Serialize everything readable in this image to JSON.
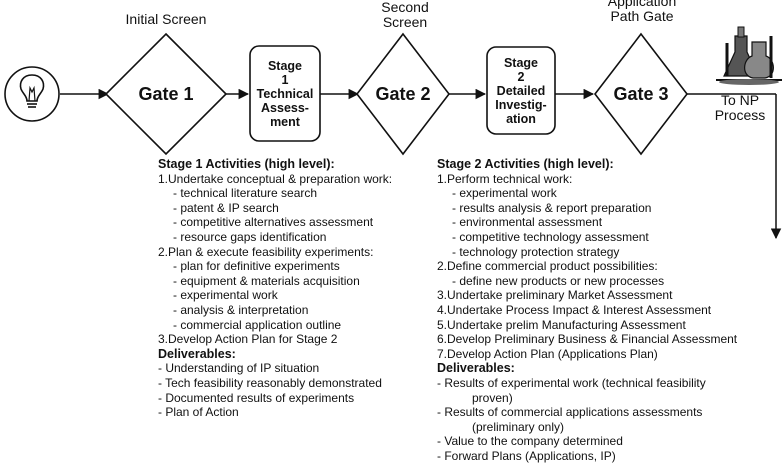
{
  "labels": {
    "initial_screen": "Initial Screen",
    "second_screen": "Second Screen",
    "application_path_gate": "Application Path Gate",
    "to_np_process": "To NP Process"
  },
  "gates": [
    "Gate 1",
    "Gate 2",
    "Gate 3"
  ],
  "stages": [
    {
      "label": "Stage 1 Technical Assess- ment"
    },
    {
      "label": "Stage 2 Detailed Investig- ation"
    }
  ],
  "icons": {
    "start": "lightbulb-icon",
    "end": "lab-flasks-icon"
  },
  "stage1": {
    "title": "Stage 1 Activities (high level):",
    "lines": [
      {
        "indent": 1,
        "text": "1.Undertake conceptual & preparation work:"
      },
      {
        "indent": 2,
        "text": "- technical literature search"
      },
      {
        "indent": 2,
        "text": "- patent & IP search"
      },
      {
        "indent": 2,
        "text": "- competitive alternatives assessment"
      },
      {
        "indent": 2,
        "text": "- resource gaps identification"
      },
      {
        "indent": 1,
        "text": "2.Plan & execute feasibility experiments:"
      },
      {
        "indent": 2,
        "text": "- plan for definitive experiments"
      },
      {
        "indent": 2,
        "text": "- equipment & materials acquisition"
      },
      {
        "indent": 2,
        "text": "- experimental work"
      },
      {
        "indent": 2,
        "text": "- analysis & interpretation"
      },
      {
        "indent": 2,
        "text": "- commercial application outline"
      },
      {
        "indent": 1,
        "text": "3.Develop Action Plan for Stage 2"
      }
    ],
    "deliverables_title": "Deliverables:",
    "deliverables": [
      {
        "indent": 0,
        "text": "- Understanding of IP situation"
      },
      {
        "indent": 0,
        "text": "- Tech feasibility reasonably demonstrated"
      },
      {
        "indent": 0,
        "text": "- Documented results of experiments"
      },
      {
        "indent": 0,
        "text": "- Plan of Action"
      }
    ]
  },
  "stage2": {
    "title": "Stage 2 Activities (high level):",
    "lines": [
      {
        "indent": 1,
        "text": "1.Perform technical work:"
      },
      {
        "indent": 2,
        "text": "- experimental work"
      },
      {
        "indent": 2,
        "text": "- results analysis & report preparation"
      },
      {
        "indent": 2,
        "text": "- environmental assessment"
      },
      {
        "indent": 2,
        "text": "- competitive technology assessment"
      },
      {
        "indent": 2,
        "text": "- technology protection strategy"
      },
      {
        "indent": 1,
        "text": "2.Define commercial product possibilities:"
      },
      {
        "indent": 2,
        "text": "- define new products or new processes"
      },
      {
        "indent": 1,
        "text": "3.Undertake preliminary Market Assessment"
      },
      {
        "indent": 1,
        "text": "4.Undertake Process Impact & Interest Assessment"
      },
      {
        "indent": 1,
        "text": "5.Undertake prelim Manufacturing Assessment"
      },
      {
        "indent": 1,
        "text": "6.Develop Preliminary Business & Financial Assessment"
      },
      {
        "indent": 1,
        "text": "7.Develop Action Plan (Applications Plan)"
      }
    ],
    "deliverables_title": "Deliverables:",
    "deliverables": [
      {
        "indent": 0,
        "text": "- Results of experimental work (technical feasibility"
      },
      {
        "indent": 3,
        "text": "proven)"
      },
      {
        "indent": 0,
        "text": "- Results of commercial applications assessments"
      },
      {
        "indent": 3,
        "text": "(preliminary only)"
      },
      {
        "indent": 0,
        "text": "- Value to the company determined"
      },
      {
        "indent": 0,
        "text": "- Forward Plans (Applications, IP)"
      }
    ]
  }
}
